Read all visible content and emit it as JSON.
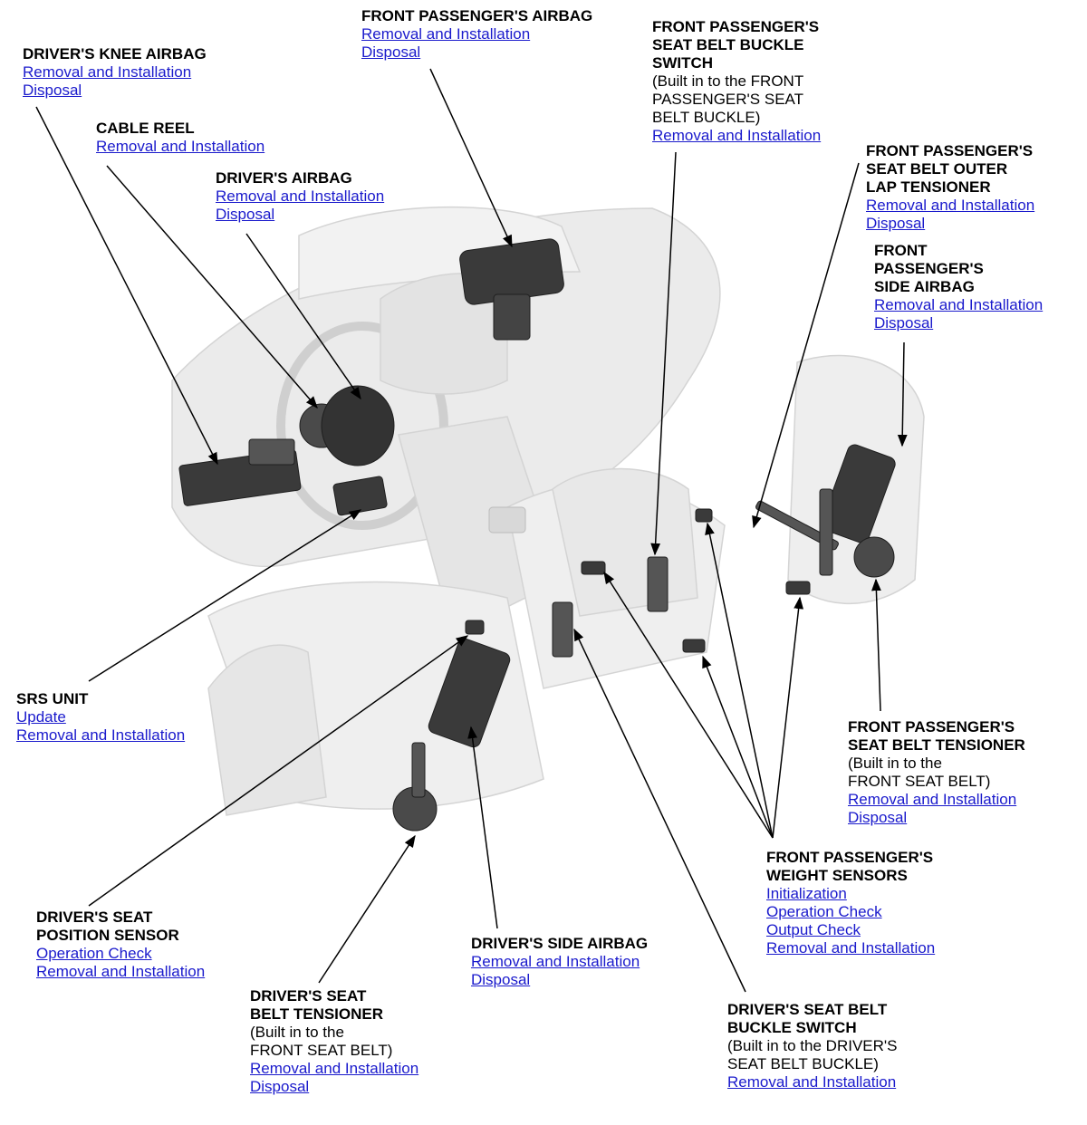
{
  "callouts": {
    "drivers_knee_airbag": {
      "title": "DRIVER'S KNEE AIRBAG",
      "links": [
        "Removal and Installation",
        "Disposal"
      ]
    },
    "cable_reel": {
      "title": "CABLE REEL",
      "links": [
        "Removal and Installation"
      ]
    },
    "drivers_airbag": {
      "title": "DRIVER'S AIRBAG",
      "links": [
        "Removal and Installation",
        "Disposal"
      ]
    },
    "front_passengers_airbag": {
      "title": "FRONT PASSENGER'S AIRBAG",
      "links": [
        "Removal and Installation",
        "Disposal"
      ]
    },
    "front_passengers_buckle_switch": {
      "title": "FRONT PASSENGER'S\nSEAT BELT BUCKLE\nSWITCH",
      "note": "(Built in to the FRONT\nPASSENGER'S SEAT\nBELT BUCKLE)",
      "links": [
        "Removal and Installation"
      ]
    },
    "front_passengers_outer_lap_tensioner": {
      "title": "FRONT PASSENGER'S\nSEAT BELT OUTER\nLAP TENSIONER",
      "links": [
        "Removal and Installation",
        "Disposal"
      ]
    },
    "front_passenger_side_airbag": {
      "title": "FRONT\nPASSENGER'S\nSIDE AIRBAG",
      "links": [
        "Removal and Installation",
        "Disposal"
      ]
    },
    "srs_unit": {
      "title": "SRS UNIT",
      "links": [
        "Update",
        "Removal and Installation"
      ]
    },
    "front_passengers_belt_tensioner": {
      "title": "FRONT PASSENGER'S\nSEAT BELT TENSIONER",
      "note": "(Built in to the\nFRONT SEAT BELT)",
      "links": [
        "Removal and Installation",
        "Disposal"
      ]
    },
    "front_passengers_weight_sensors": {
      "title": "FRONT PASSENGER'S\nWEIGHT SENSORS",
      "links": [
        "Initialization",
        "Operation Check",
        "Output Check",
        "Removal and Installation"
      ]
    },
    "drivers_seat_position_sensor": {
      "title": "DRIVER'S SEAT\nPOSITION SENSOR",
      "links": [
        "Operation Check",
        "Removal and Installation"
      ]
    },
    "drivers_side_airbag": {
      "title": "DRIVER'S SIDE AIRBAG",
      "links": [
        "Removal and Installation",
        "Disposal"
      ]
    },
    "drivers_belt_tensioner": {
      "title": "DRIVER'S SEAT\nBELT TENSIONER",
      "note": "(Built in to the\nFRONT SEAT BELT)",
      "links": [
        "Removal and Installation",
        "Disposal"
      ]
    },
    "drivers_buckle_switch": {
      "title": "DRIVER'S SEAT BELT\nBUCKLE SWITCH",
      "note": "(Built in to the DRIVER'S\nSEAT BELT BUCKLE)",
      "links": [
        "Removal and Installation"
      ]
    }
  },
  "colors": {
    "link": "#1a1acc",
    "text": "#000000",
    "interior": "#e9e9e9",
    "component": "#3a3a3a"
  }
}
